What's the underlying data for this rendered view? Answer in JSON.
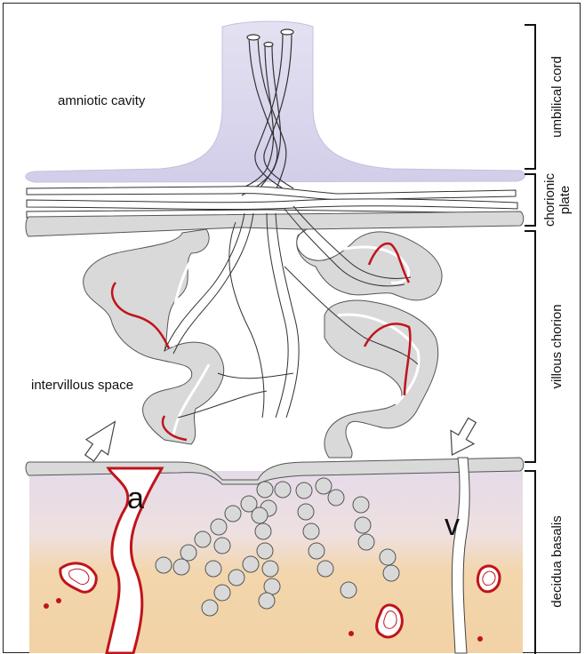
{
  "labels": {
    "amniotic_cavity": "amniotic cavity",
    "intervillous_space": "intervillous space",
    "artery": "a",
    "vein": "v"
  },
  "side_brackets": [
    {
      "lines": [
        "umbilical cord"
      ]
    },
    {
      "lines": [
        "chorionic",
        "plate"
      ]
    },
    {
      "lines": [
        "villous chorion"
      ]
    },
    {
      "lines": [
        "decidua basalis"
      ]
    }
  ],
  "colors": {
    "villus_gray": "#d9d9d9",
    "outline": "#555555",
    "vessel_red": "#c0141b",
    "decidua_top": "#e7dcea",
    "decidua_bottom": "#f2d4a8",
    "amnion": "#d7d3ea"
  }
}
